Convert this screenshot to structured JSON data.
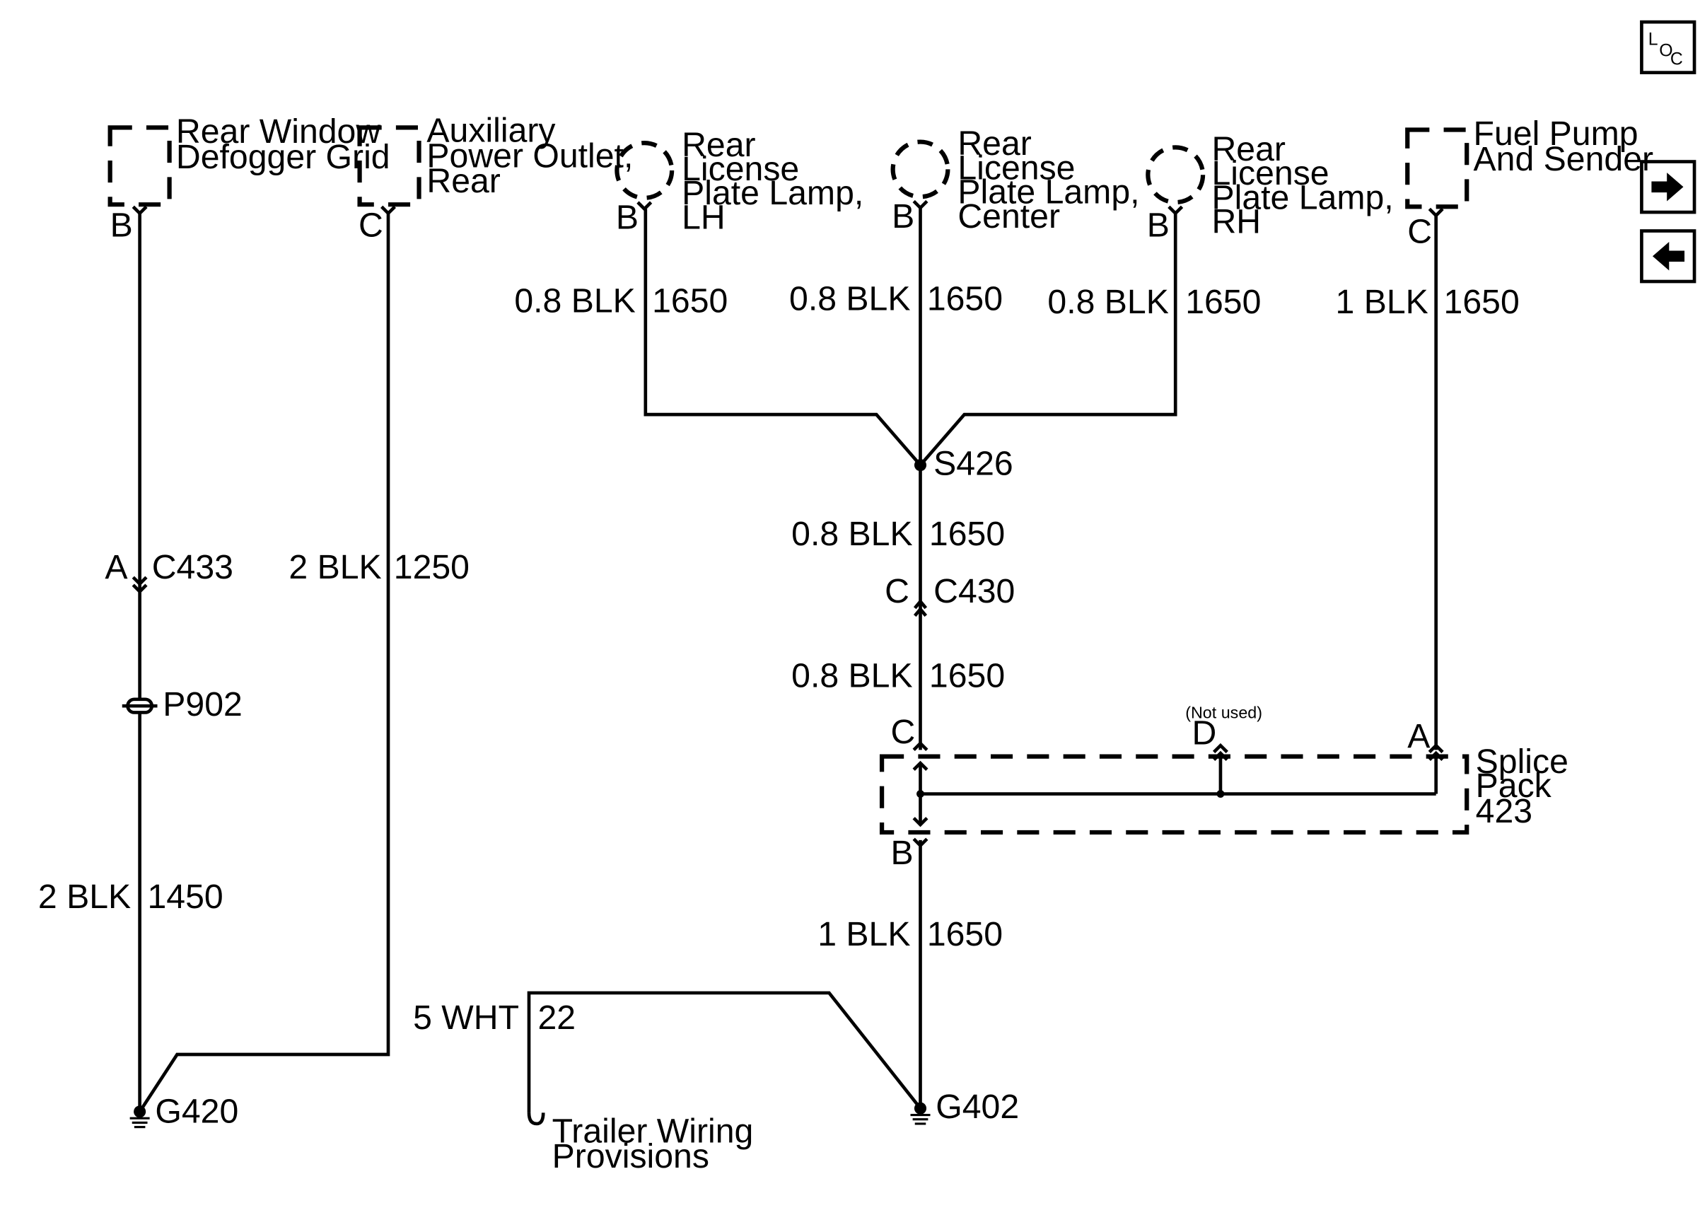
{
  "title_icon": "LOC",
  "nav": {
    "next_icon": "right-arrow-icon",
    "prev_icon": "left-arrow-icon"
  },
  "components": {
    "defogger": {
      "line1": "Rear Window",
      "line2": "Defogger Grid",
      "pin": "B"
    },
    "aux_outlet": {
      "line1": "Auxiliary",
      "line2": "Power Outlet,",
      "line3": "Rear",
      "pin": "C"
    },
    "lamp_lh": {
      "line1": "Rear",
      "line2": "License",
      "line3": "Plate Lamp,",
      "line4": "LH",
      "pin": "B"
    },
    "lamp_center": {
      "line1": "Rear",
      "line2": "License",
      "line3": "Plate Lamp,",
      "line4": "Center",
      "pin": "B"
    },
    "lamp_rh": {
      "line1": "Rear",
      "line2": "License",
      "line3": "Plate Lamp,",
      "line4": "RH",
      "pin": "B"
    },
    "fuel_pump": {
      "line1": "Fuel Pump",
      "line2": "And Sender",
      "pin": "C"
    },
    "splice_pack": {
      "line1": "Splice",
      "line2": "Pack",
      "line3": "423",
      "pin_c": "C",
      "pin_d": "D",
      "pin_a": "A",
      "pin_b": "B",
      "not_used": "(Not used)"
    },
    "trailer": {
      "line1": "Trailer Wiring",
      "line2": "Provisions"
    }
  },
  "wires": {
    "lh": {
      "gauge": "0.8 BLK",
      "circuit": "1650"
    },
    "center": {
      "gauge": "0.8 BLK",
      "circuit": "1650"
    },
    "rh": {
      "gauge": "0.8 BLK",
      "circuit": "1650"
    },
    "fuel": {
      "gauge": "1 BLK",
      "circuit": "1650"
    },
    "s426_c430": {
      "gauge": "0.8 BLK",
      "circuit": "1650"
    },
    "c430_splice": {
      "gauge": "0.8 BLK",
      "circuit": "1650"
    },
    "splice_g402": {
      "gauge": "1 BLK",
      "circuit": "1650"
    },
    "aux": {
      "gauge": "2 BLK",
      "circuit": "1250"
    },
    "defog": {
      "gauge": "2 BLK",
      "circuit": "1450"
    },
    "trailer": {
      "gauge": "5 WHT",
      "circuit": "22"
    }
  },
  "connectors": {
    "c433": {
      "pin": "A",
      "name": "C433"
    },
    "c430": {
      "pin": "C",
      "name": "C430"
    },
    "p902": {
      "name": "P902"
    },
    "s426": {
      "name": "S426"
    }
  },
  "grounds": {
    "g420": "G420",
    "g402": "G402"
  }
}
